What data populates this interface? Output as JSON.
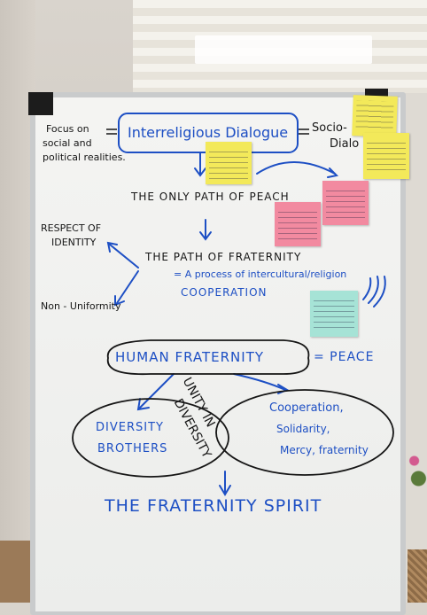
{
  "whiteboard": {
    "header_left": [
      "Focus on",
      "social and",
      "political realities."
    ],
    "title_box": "Interreligious Dialogue",
    "socio_right": [
      "Socio-",
      "Dialo"
    ],
    "only_path": "THE ONLY PATH OF PEACH",
    "respect": [
      "RESPECT OF",
      "IDENTITY"
    ],
    "path_fraternity": "THE PATH OF FRATERNITY",
    "process": "= A process of intercultural/religion",
    "cooperation": "COOPERATION",
    "non_uniformity": "Non - Uniformity",
    "human_fraternity": "HUMAN FRATERNITY",
    "equals_peace": "= PEACE",
    "unity": [
      "UNITY IN",
      "DIVERSITY"
    ],
    "left_oval": [
      "DIVERSITY",
      "BROTHERS"
    ],
    "right_oval": [
      "Cooperation,",
      "Solidarity,",
      "Mercy, fraternity"
    ],
    "bottom_title": "THE FRATERNITY SPIRIT"
  },
  "colors": {
    "marker_blue": "#1d4fc4",
    "marker_black": "#161616",
    "sticky_yellow": "#f3e95a",
    "sticky_pink": "#f28aa0",
    "sticky_teal": "#a6e3d6"
  }
}
